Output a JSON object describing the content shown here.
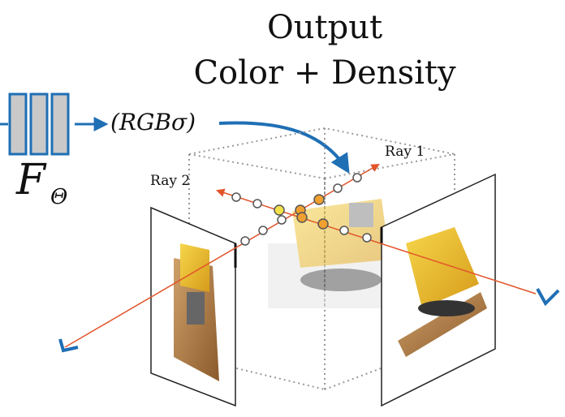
{
  "title": {
    "line1": "Output",
    "line2": "Color + Density"
  },
  "network": {
    "label": "F",
    "subscript": "Θ"
  },
  "output_label": "(RGBσ)",
  "rays": {
    "ray1": "Ray 1",
    "ray2": "Ray 2"
  },
  "colors": {
    "accent_blue": "#1f6fb5",
    "ray_red": "#e2542a",
    "sample_orange": "#f0a030",
    "sample_yellow": "#f2e24a",
    "box_fill": "#c9c9c9"
  }
}
